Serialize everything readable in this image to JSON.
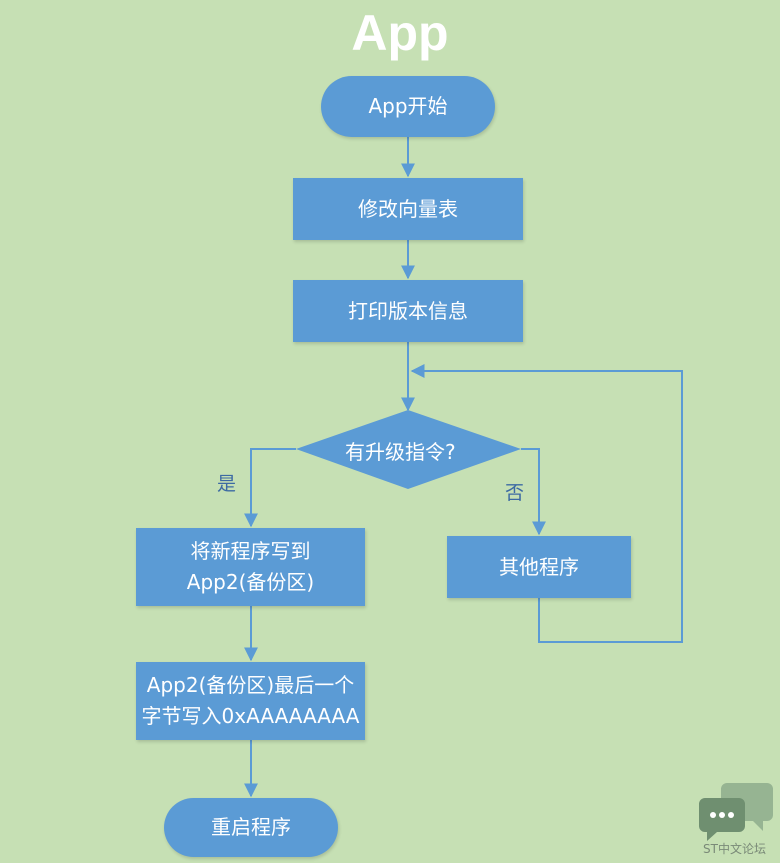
{
  "title": "App",
  "nodes": {
    "start": "App开始",
    "modify_vector": "修改向量表",
    "print_version": "打印版本信息",
    "decision": "有升级指令?",
    "write_new_line1": "将新程序写到",
    "write_new_line2": "App2(备份区)",
    "other_program": "其他程序",
    "write_last_line1": "App2(备份区)最后一个",
    "write_last_line2": "字节写入0xAAAAAAAA",
    "restart": "重启程序"
  },
  "branches": {
    "yes": "是",
    "no": "否"
  },
  "watermark": "ST中文论坛",
  "colors": {
    "background": "#c6e0b4",
    "node_fill": "#5b9bd5",
    "connector": "#5b9bd5",
    "node_text": "#ffffff"
  }
}
